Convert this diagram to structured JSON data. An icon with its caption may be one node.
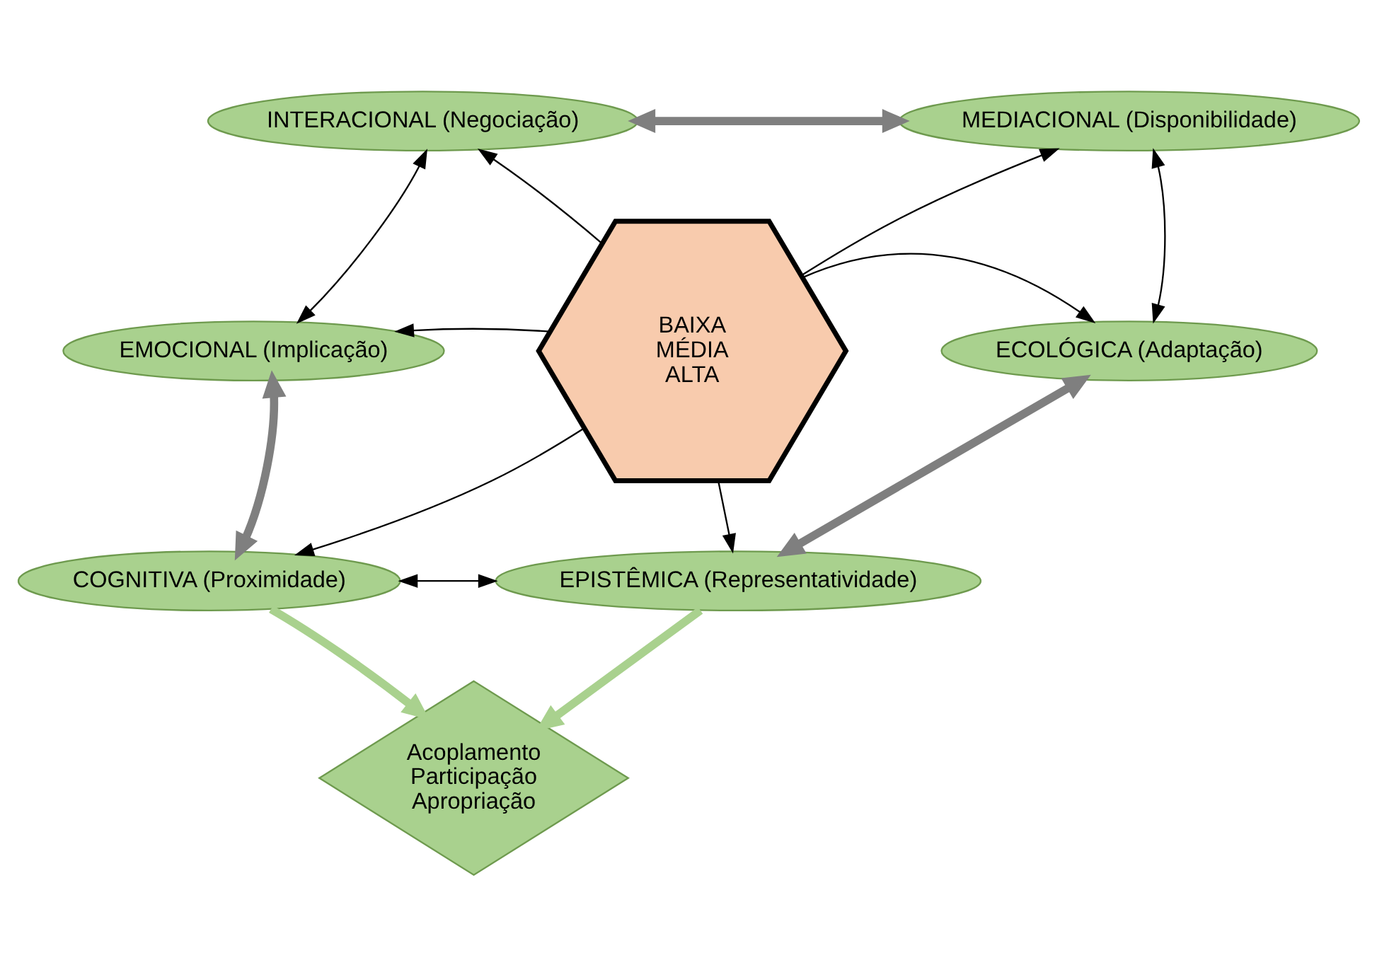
{
  "diagram": {
    "nodes": [
      {
        "text": [
          "INTERACIONAL (Negociação)"
        ]
      },
      {
        "text": [
          "MEDIACIONAL (Disponibilidade)"
        ]
      },
      {
        "text": [
          "EMOCIONAL (Implicação)"
        ]
      },
      {
        "text": [
          "BAIXA",
          "MÉDIA",
          "ALTA"
        ]
      },
      {
        "text": [
          "ECOLÓGICA (Adaptação)"
        ]
      },
      {
        "text": [
          "COGNITIVA (Proximidade)"
        ]
      },
      {
        "text": [
          "EPISTÊMICA (Representatividade)"
        ]
      },
      {
        "text": [
          "Acoplamento",
          "Participação",
          "Apropriação"
        ]
      }
    ],
    "edges": [
      {
        "from": 0,
        "to": 1,
        "arrow": "both",
        "style": "thick",
        "color": "#7f7f7f"
      },
      {
        "from": 3,
        "to": 0,
        "arrow": "to"
      },
      {
        "from": 3,
        "to": 1,
        "arrow": "to"
      },
      {
        "from": 0,
        "to": 2,
        "arrow": "both"
      },
      {
        "from": 1,
        "to": 4,
        "arrow": "both"
      },
      {
        "from": 3,
        "to": 2,
        "arrow": "to"
      },
      {
        "from": 3,
        "to": 4,
        "arrow": "to"
      },
      {
        "from": 2,
        "to": 5,
        "arrow": "both",
        "style": "thick",
        "color": "#7f7f7f"
      },
      {
        "from": 4,
        "to": 6,
        "arrow": "both",
        "style": "thick",
        "color": "#7f7f7f"
      },
      {
        "from": 3,
        "to": 5,
        "arrow": "to"
      },
      {
        "from": 3,
        "to": 6,
        "arrow": "to"
      },
      {
        "from": 5,
        "to": 6,
        "arrow": "both"
      },
      {
        "from": 5,
        "to": 7,
        "arrow": "to",
        "style": "thick",
        "color": "#a9d18e"
      },
      {
        "from": 6,
        "to": 7,
        "arrow": "to",
        "style": "thick",
        "color": "#a9d18e"
      }
    ]
  }
}
